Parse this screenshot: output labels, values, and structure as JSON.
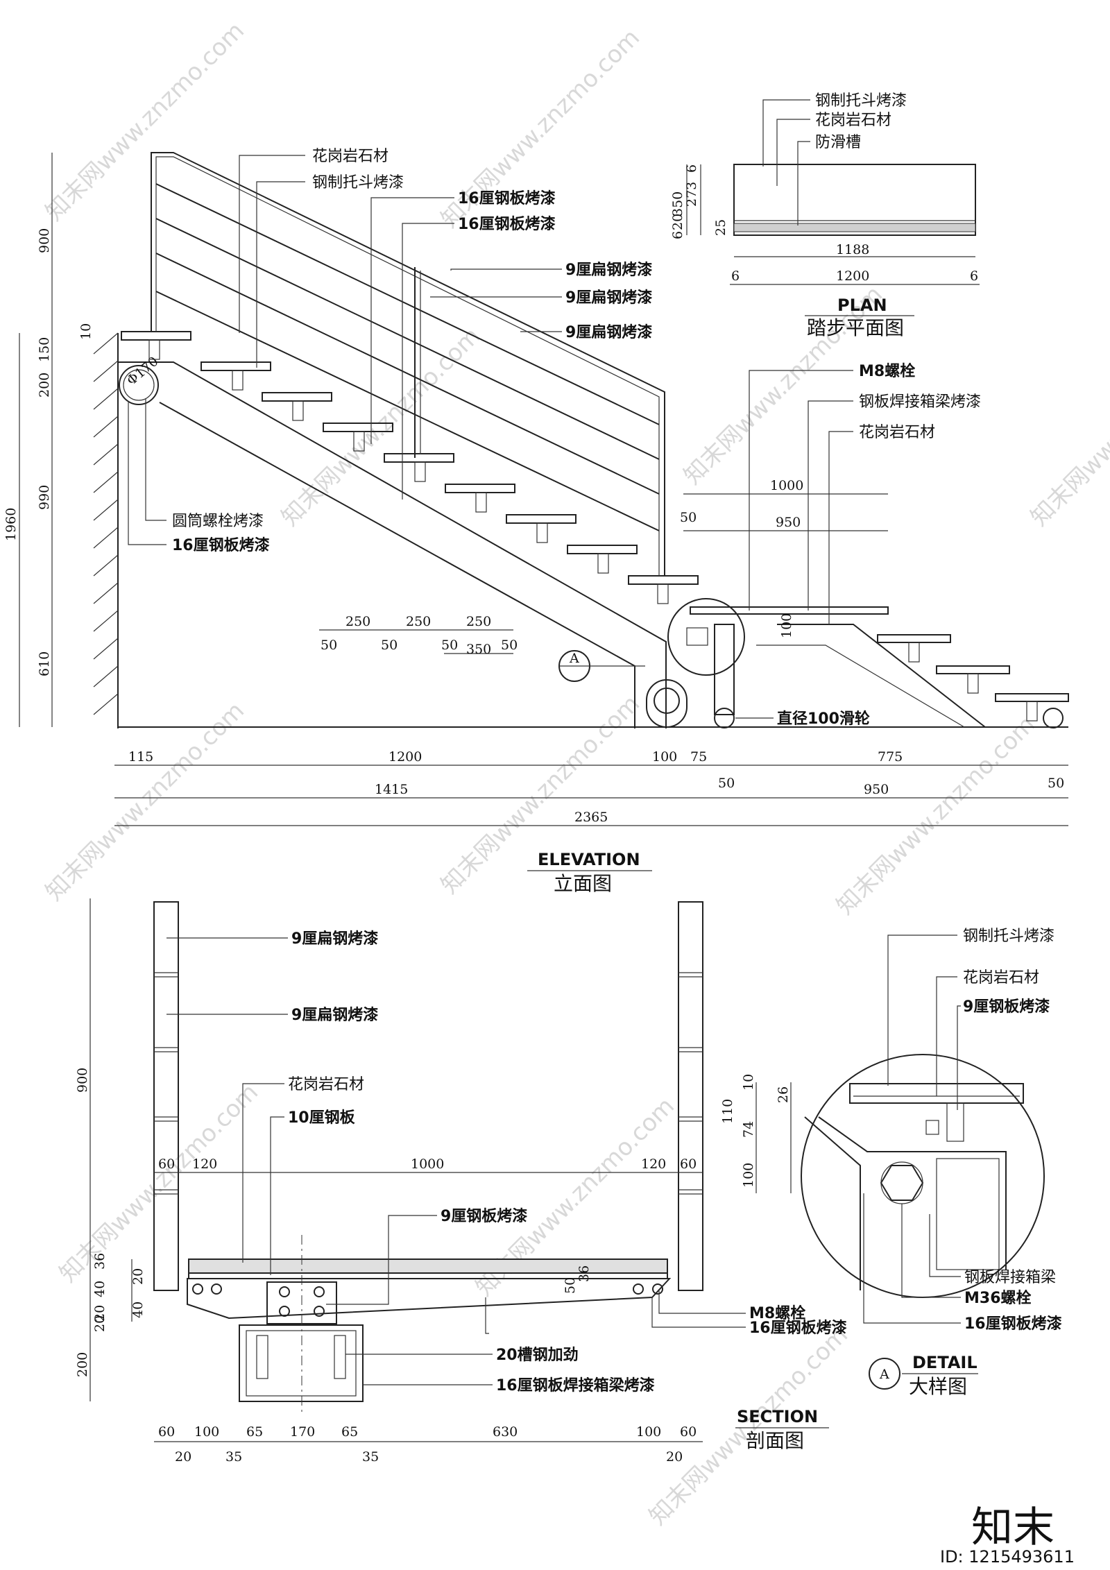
{
  "views": {
    "plan": {
      "title_en": "PLAN",
      "title_cn": "踏步平面图",
      "labels": [
        "钢制托斗烤漆",
        "花岗岩石材",
        "防滑槽"
      ],
      "dims": [
        "6",
        "273",
        "350",
        "6",
        "20",
        "25",
        "1188",
        "6",
        "1200",
        "6"
      ]
    },
    "elevation": {
      "title_en": "ELEVATION",
      "title_cn": "立面图",
      "left_labels": [
        "花岗岩石材",
        "钢制托斗烤漆"
      ],
      "mid_labels": [
        "16厘钢板烤漆",
        "16厘钢板烤漆"
      ],
      "flat_labels": [
        "9厘扁钢烤漆",
        "9厘扁钢烤漆",
        "9厘扁钢烤漆"
      ],
      "right_labels": [
        "M8螺栓",
        "钢板焊接箱梁烤漆",
        "花岗岩石材"
      ],
      "bolt_labels": [
        "圆筒螺栓烤漆",
        "16厘钢板烤漆"
      ],
      "pulley_label": "直径100滑轮",
      "detail_ref": "A",
      "pipe_dim": "Φ170",
      "vertical_dims": [
        "900",
        "10",
        "150",
        "200",
        "990",
        "610",
        "1960"
      ],
      "tread_dims": [
        "250",
        "250",
        "250",
        "50",
        "50",
        "50",
        "350",
        "50"
      ],
      "landing_dims": [
        "1000",
        "50",
        "950",
        "100"
      ],
      "bottom_dims_1": [
        "115",
        "1200",
        "100",
        "75",
        "775"
      ],
      "bottom_dims_2": [
        "1415",
        "50",
        "950",
        "50"
      ],
      "total": "2365"
    },
    "section": {
      "title_en": "SECTION",
      "title_cn": "剖面图",
      "labels": [
        "9厘扁钢烤漆",
        "9厘扁钢烤漆",
        "花岗岩石材",
        "10厘钢板",
        "9厘钢板烤漆",
        "M8螺栓",
        "16厘钢板烤漆",
        "20槽钢加劲",
        "16厘钢板焊接箱梁烤漆"
      ],
      "top_dims": [
        "60",
        "120",
        "1000",
        "120",
        "60"
      ],
      "side_dims": [
        "900",
        "36",
        "20",
        "40",
        "20",
        "40",
        "20",
        "200"
      ],
      "inner_dims": [
        "50",
        "36"
      ],
      "bottom_dims_1": [
        "60",
        "100",
        "65",
        "170",
        "65",
        "630",
        "100",
        "60"
      ],
      "bottom_dims_2": [
        "20",
        "35",
        "35",
        "20"
      ]
    },
    "detail": {
      "title_en": "DETAIL",
      "title_cn": "大样图",
      "ref": "A",
      "labels": [
        "钢制托斗烤漆",
        "花岗岩石材",
        "9厘钢板烤漆",
        "钢板焊接箱梁",
        "M36螺栓",
        "16厘钢板烤漆"
      ],
      "dims": [
        "10",
        "26",
        "110",
        "74",
        "100"
      ]
    }
  },
  "watermark": {
    "text": "知末网www.znzmo.com",
    "logo": "知末",
    "id": "ID: 1215493611"
  }
}
